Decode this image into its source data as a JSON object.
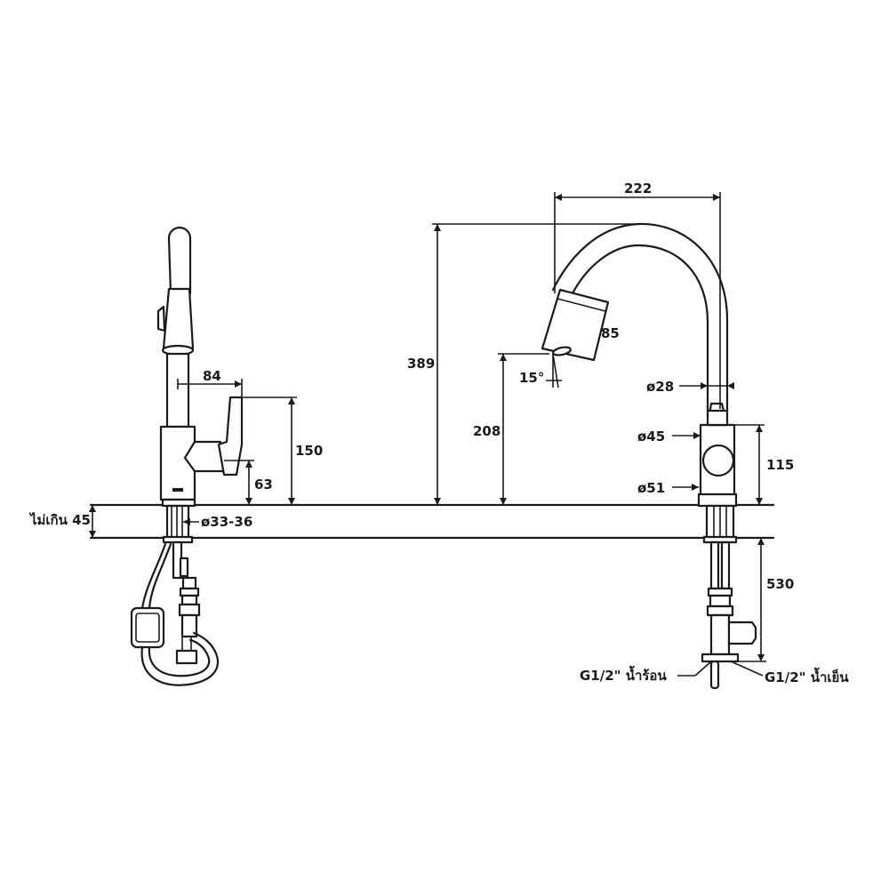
{
  "drawing": {
    "dimensions": {
      "handle_width": "84",
      "handle_height": "150",
      "handle_base_height": "63",
      "counter_thickness": "ไม่เกิน 45",
      "hole_diameter": "ø33-36",
      "total_height": "389",
      "spout_reach": "222",
      "outlet_height": "208",
      "head_length": "85",
      "spray_angle": "15°",
      "neck_diameter": "ø28",
      "body_diameter": "ø45",
      "base_diameter": "ø51",
      "body_height": "115",
      "hose_length": "530",
      "hot_inlet": "G1/2\" น้ำร้อน",
      "cold_inlet": "G1/2\" น้ำเย็น"
    }
  }
}
